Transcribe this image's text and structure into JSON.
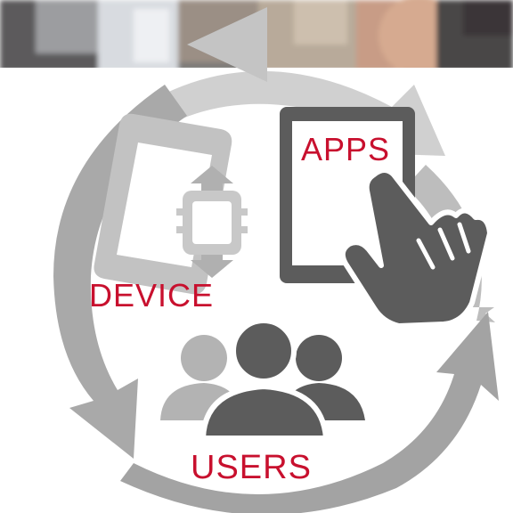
{
  "labels": {
    "apps": "APPS",
    "device": "DEVICE",
    "users": "USERS"
  },
  "colors": {
    "label_red": "#c8102e",
    "arrow_gray": "#a9a9a9",
    "arrow_light_gray": "#d0d0d0",
    "icon_dark": "#5c5c5c",
    "icon_light": "#bdbdbd"
  },
  "icons": {
    "device": [
      "smartphone-icon",
      "smartwatch-icon",
      "sync-arrows-icon"
    ],
    "apps": [
      "tablet-icon",
      "pointing-hand-icon"
    ],
    "users": "user-group-icon",
    "cycle": "circular-arrows-icon"
  }
}
